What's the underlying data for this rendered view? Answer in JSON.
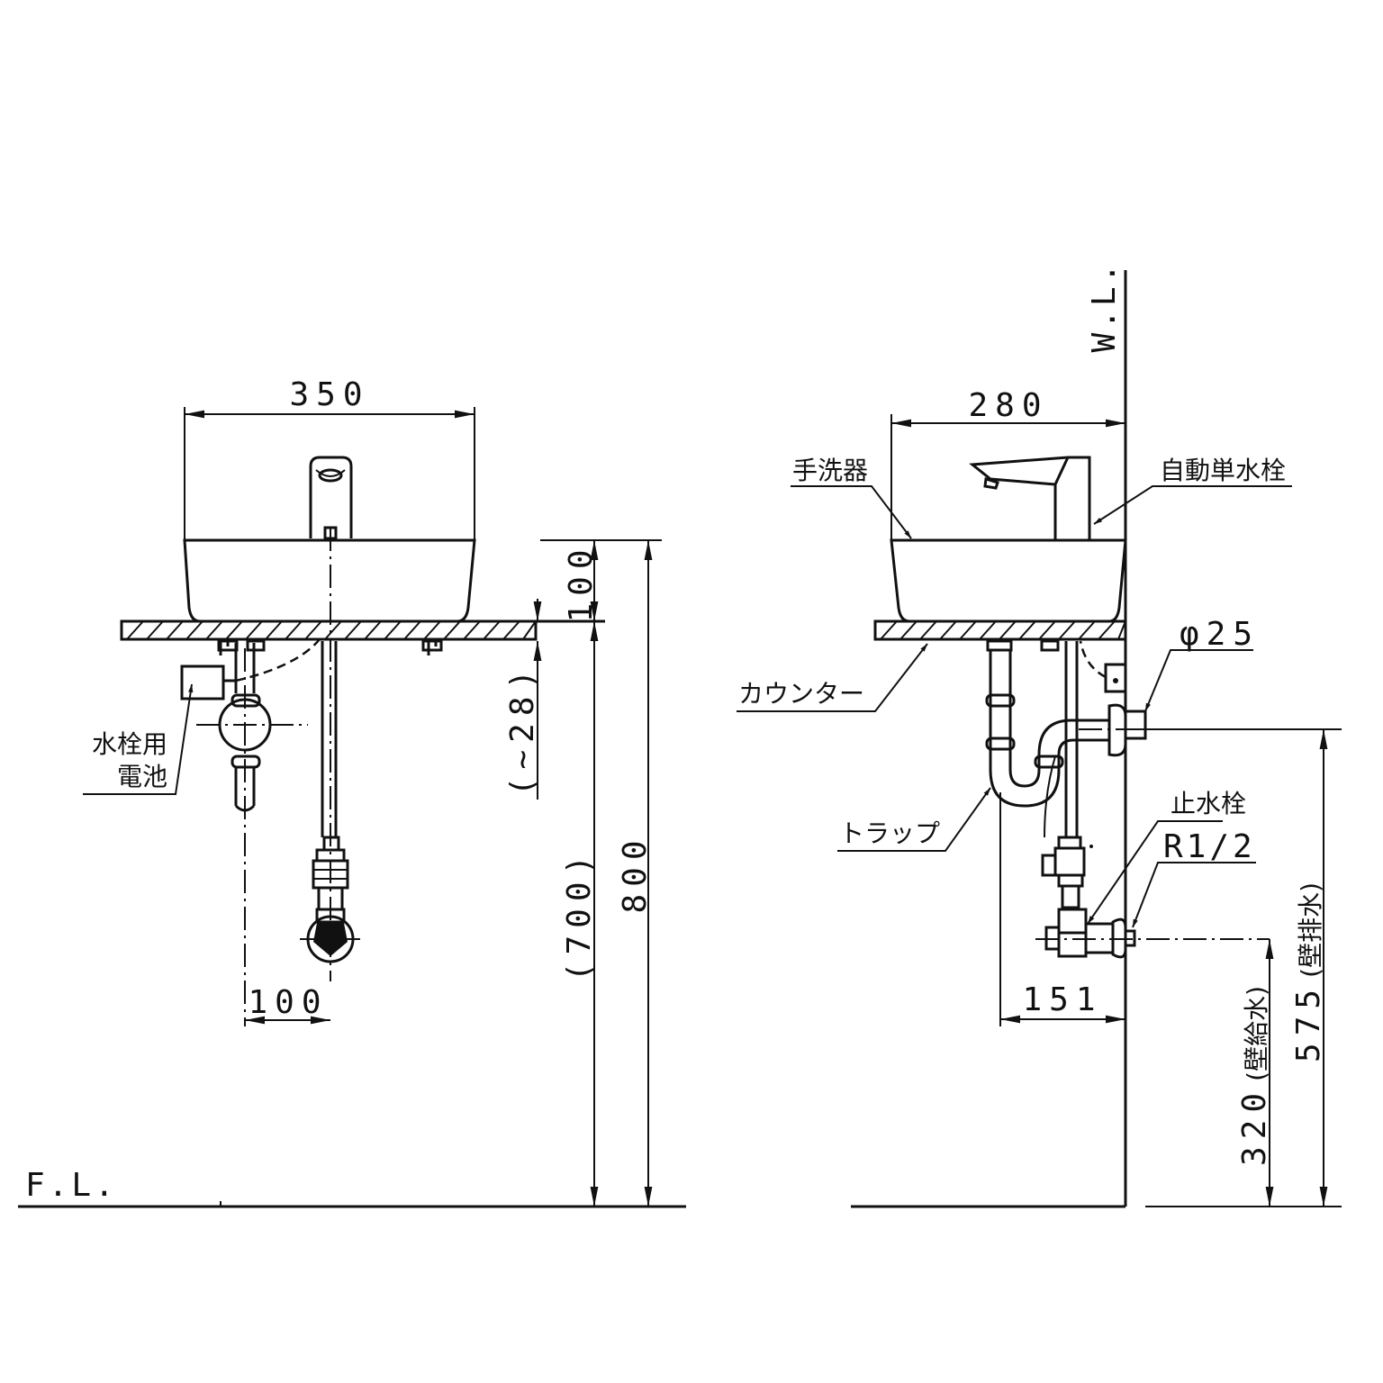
{
  "front_view": {
    "width_dim": "350",
    "bowl_height_dim": "100",
    "counter_clearance_dim": "(~28)",
    "counter_height_dim": "(700)",
    "total_height_dim": "800",
    "offset_dim": "100",
    "battery_label_line1": "水栓用",
    "battery_label_line2": "電池",
    "floor_label": "F.L."
  },
  "side_view": {
    "depth_dim": "280",
    "wall_label": "W.L.",
    "basin_label": "手洗器",
    "faucet_label": "自動単水栓",
    "counter_label": "カウンター",
    "drain_dia_label": "φ25",
    "trap_label": "トラップ",
    "stop_valve_label": "止水栓",
    "thread_label": "R1/2",
    "trap_offset_dim": "151",
    "drain_height_dim": "575",
    "drain_height_note": "(壁排水)",
    "supply_height_dim": "320",
    "supply_height_note": "(壁給水)"
  }
}
